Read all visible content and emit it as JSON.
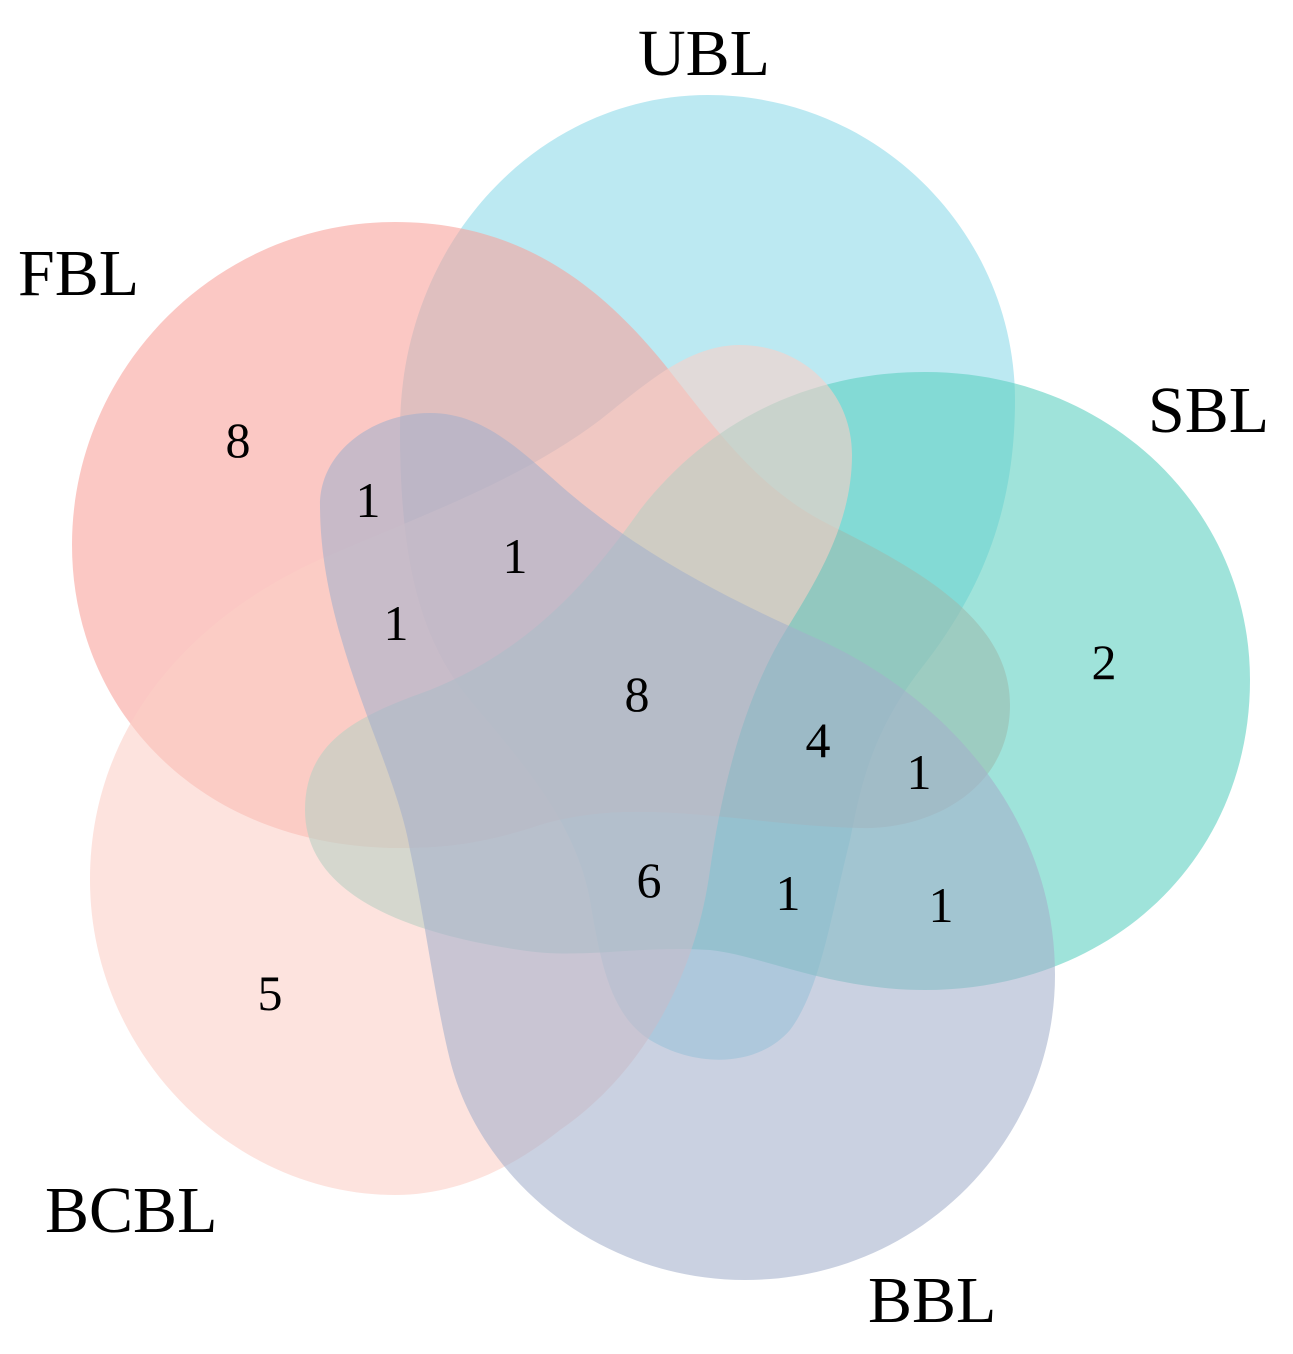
{
  "diagram": {
    "type": "venn-5",
    "sets": [
      {
        "id": "ubl",
        "label": "UBL",
        "color": "#8BD9E9"
      },
      {
        "id": "fbl",
        "label": "FBL",
        "color": "#F8A09A"
      },
      {
        "id": "sbl",
        "label": "SBL",
        "color": "#5ACFC0"
      },
      {
        "id": "bcbl",
        "label": "BCBL",
        "color": "#FBCFC6"
      },
      {
        "id": "bbl",
        "label": "BBL",
        "color": "#A3B0CB"
      }
    ],
    "regions": [
      {
        "id": "fbl-only",
        "value": "8"
      },
      {
        "id": "region-a",
        "value": "1"
      },
      {
        "id": "region-b",
        "value": "1"
      },
      {
        "id": "region-c",
        "value": "1"
      },
      {
        "id": "core-all",
        "value": "8"
      },
      {
        "id": "region-d",
        "value": "4"
      },
      {
        "id": "sbl-only",
        "value": "2"
      },
      {
        "id": "region-e",
        "value": "1"
      },
      {
        "id": "region-f",
        "value": "6"
      },
      {
        "id": "region-g",
        "value": "1"
      },
      {
        "id": "region-h",
        "value": "1"
      },
      {
        "id": "bcbl-only",
        "value": "5"
      }
    ]
  }
}
